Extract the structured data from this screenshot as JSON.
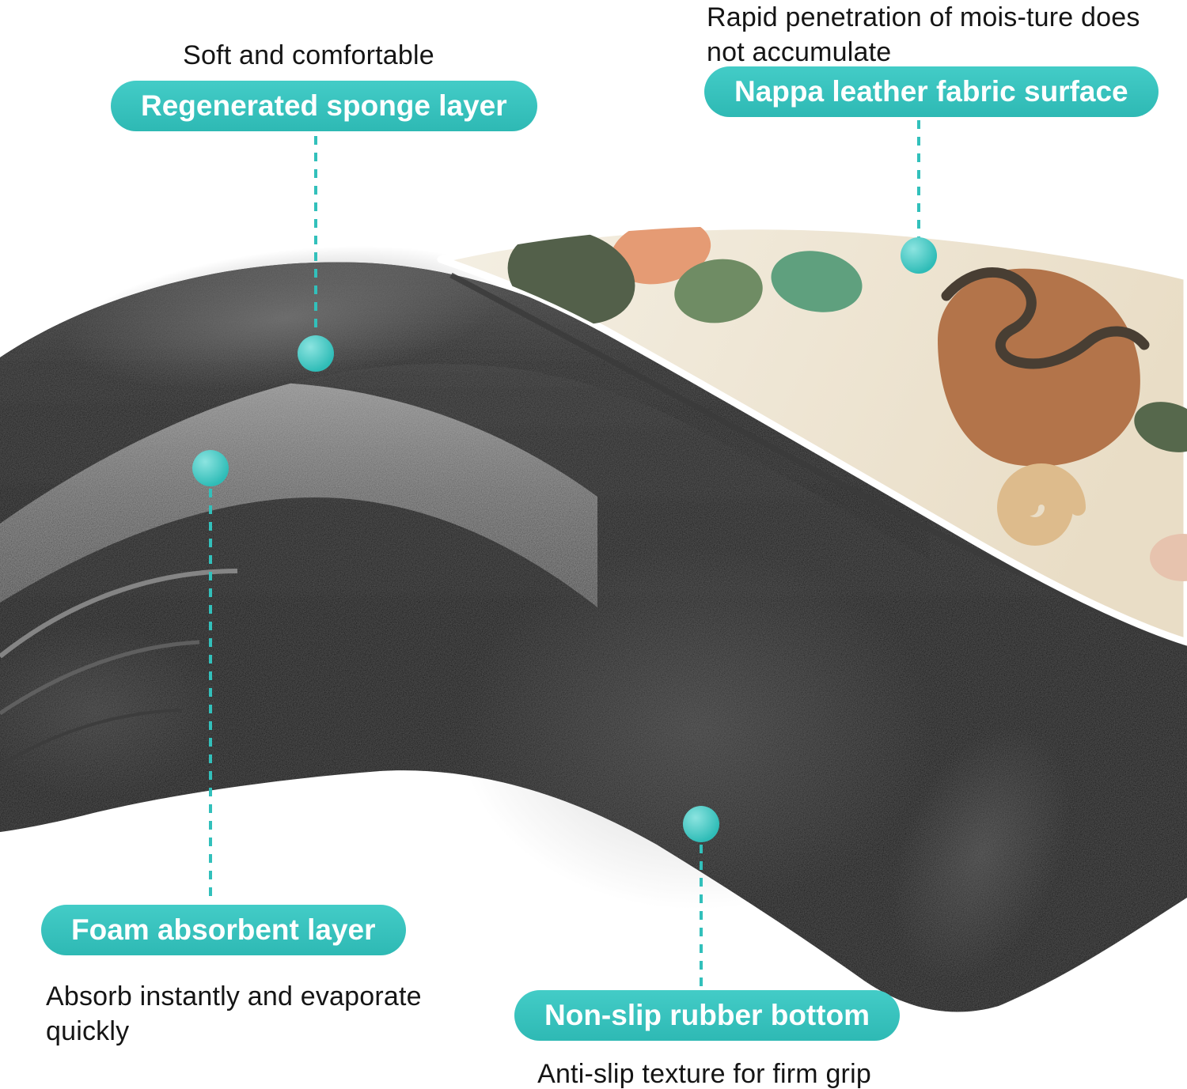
{
  "colors": {
    "accent_teal": "#32c0bb",
    "pill_text": "#ffffff",
    "note_text": "#151515",
    "mat_black": "#0e0e0e",
    "foam_gray": "#565656",
    "fabric_cream": "#ece2cc",
    "pattern_terracotta": "#b3744a",
    "pattern_dark_green": "#53604a",
    "pattern_sage_green": "#6f8c64",
    "pattern_teal_green": "#5fa07e",
    "pattern_tan_spiral": "#ddbb8c",
    "pattern_peach": "#e59b74"
  },
  "callouts": {
    "sponge": {
      "note": "Soft and comfortable",
      "label": "Regenerated sponge layer"
    },
    "nappa": {
      "note": "Rapid penetration of mois-ture does not accumulate",
      "label": "Nappa leather fabric surface"
    },
    "foam": {
      "label": "Foam absorbent layer",
      "note": "Absorb instantly and evaporate quickly"
    },
    "rubber": {
      "label": "Non-slip rubber bottom",
      "note": "Anti-slip texture for firm grip"
    }
  }
}
